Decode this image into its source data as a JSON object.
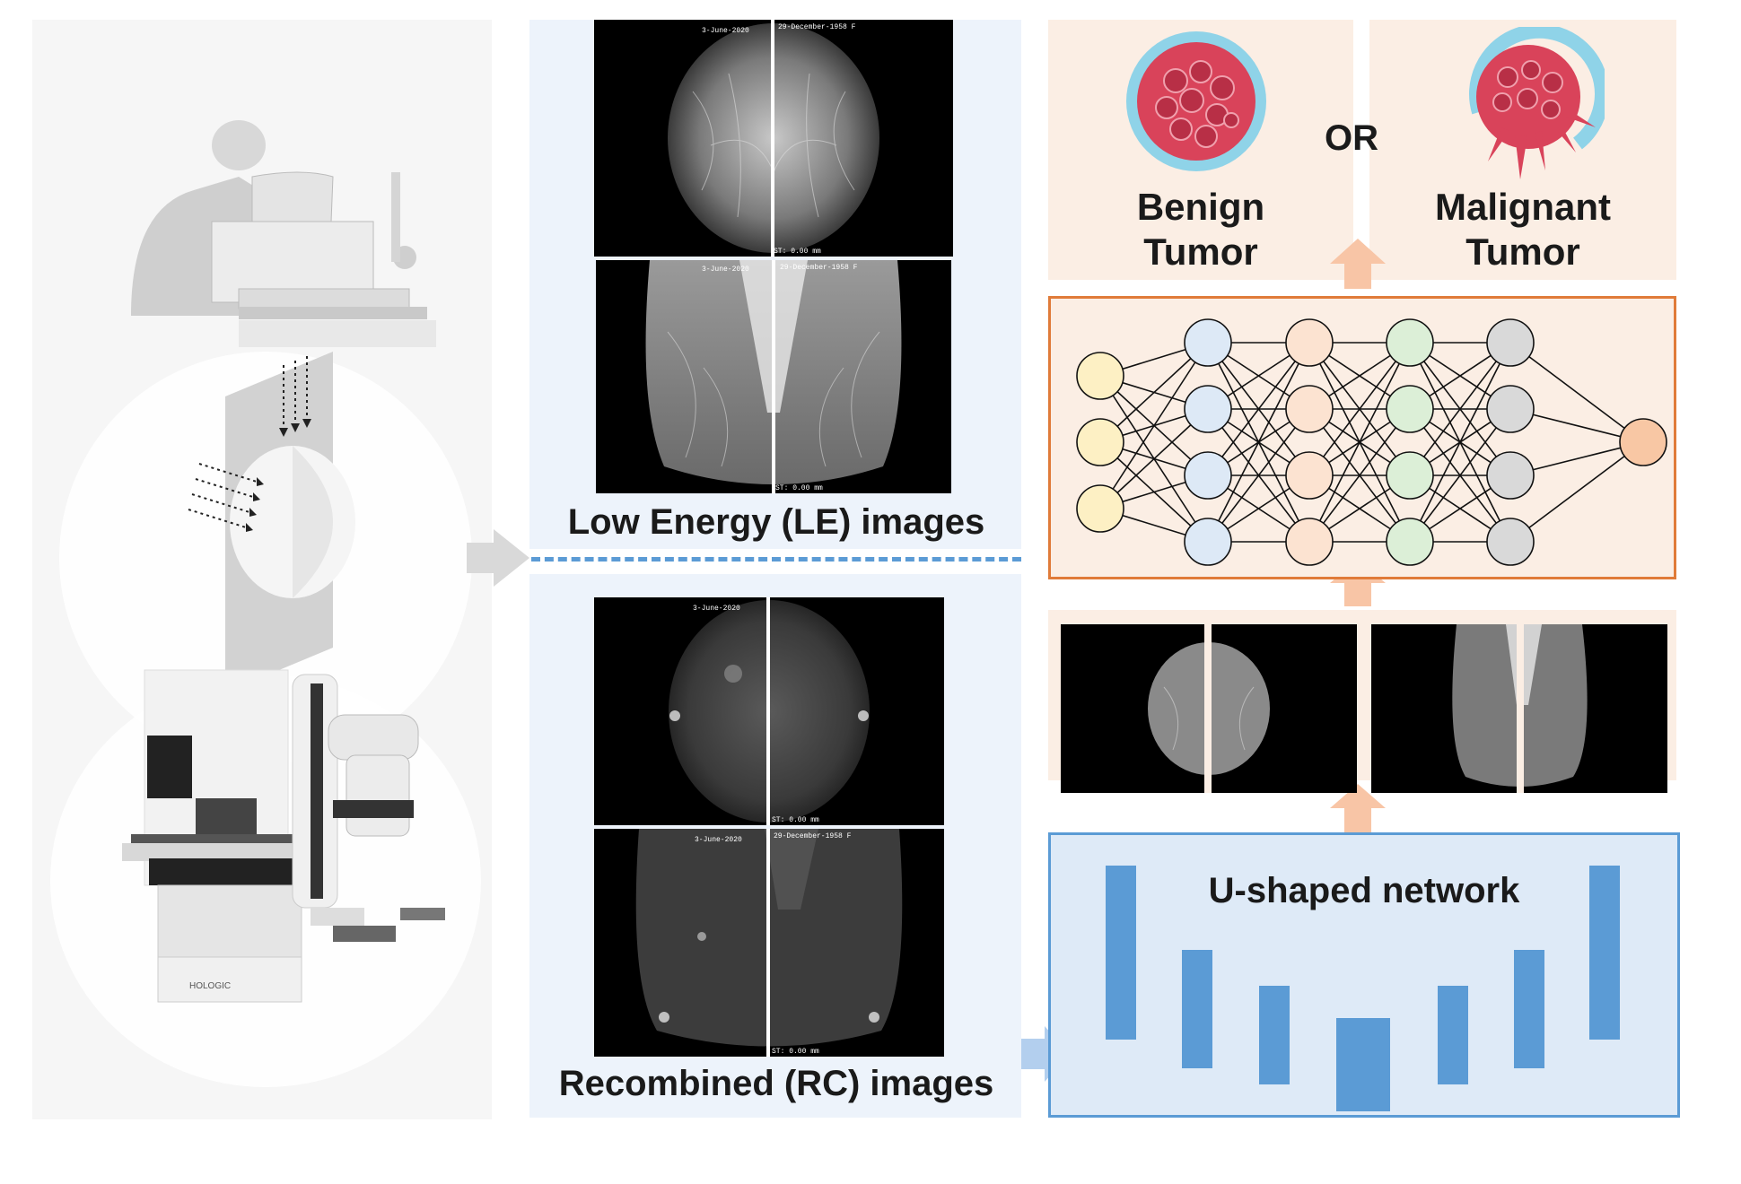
{
  "acquisition": {
    "device_brand": "HOLOGIC"
  },
  "le_images": {
    "caption": "Low Energy  (LE) images",
    "overlay_date": "3-June-2020",
    "overlay_dob": "29-December-1958 F",
    "overlay_st": "ST: 0.00 mm"
  },
  "rc_images": {
    "caption": "Recombined (RC) images",
    "overlay_date": "3-June-2020",
    "overlay_dob": "29-December-1958 F",
    "overlay_st": "ST: 0.00 mm"
  },
  "classification": {
    "benign_line1": "Benign",
    "benign_line2": "Tumor",
    "or_label": "OR",
    "malignant_line1": "Malignant",
    "malignant_line2": "Tumor"
  },
  "unet": {
    "title": "U-shaped network",
    "bar_color": "#5b9bd5"
  },
  "neural_net": {
    "layer_colors": [
      "#fdf0c4",
      "#dde9f6",
      "#fce3d1",
      "#dcefd7",
      "#d9d9d9",
      "#f8c7a4"
    ],
    "layer_sizes": [
      3,
      4,
      4,
      4,
      4,
      1
    ]
  },
  "colors": {
    "arrow_gray": "#d9d9d9",
    "arrow_orange": "#f8c5a6",
    "arrow_blue": "#b3cfee",
    "nn_border": "#e07b39",
    "unet_border": "#5b9bd5",
    "tumor_red": "#d9435a",
    "tumor_ring": "#8fd3e8"
  }
}
